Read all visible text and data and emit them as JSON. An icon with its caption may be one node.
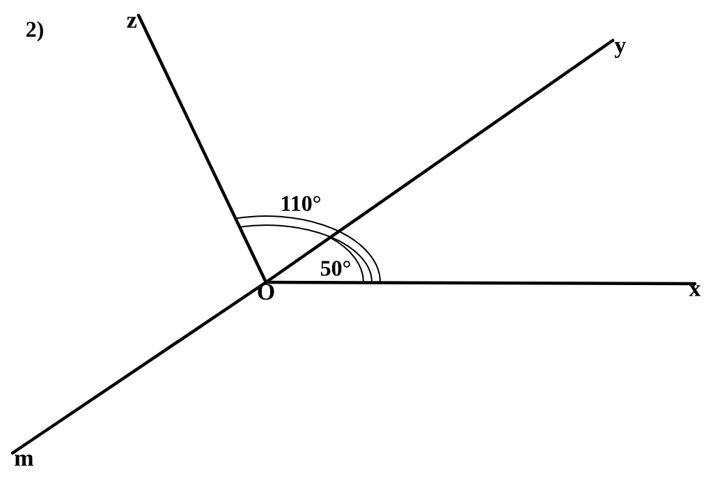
{
  "diagram": {
    "nodes": [
      {
        "text": [
          "z"
        ]
      },
      {
        "text": [
          "y"
        ]
      },
      {
        "text": [
          "O"
        ]
      },
      {
        "text": [
          "x"
        ]
      },
      {
        "text": [
          "m"
        ]
      }
    ],
    "edges": [
      {
        "from": 2,
        "to": 0,
        "arrow": "none"
      },
      {
        "from": 2,
        "to": 1,
        "arrow": "none"
      },
      {
        "from": 2,
        "to": 3,
        "arrow": "none"
      },
      {
        "from": 2,
        "to": 4,
        "arrow": "none"
      }
    ],
    "labels": [
      "2)",
      "110°",
      "50°"
    ]
  }
}
